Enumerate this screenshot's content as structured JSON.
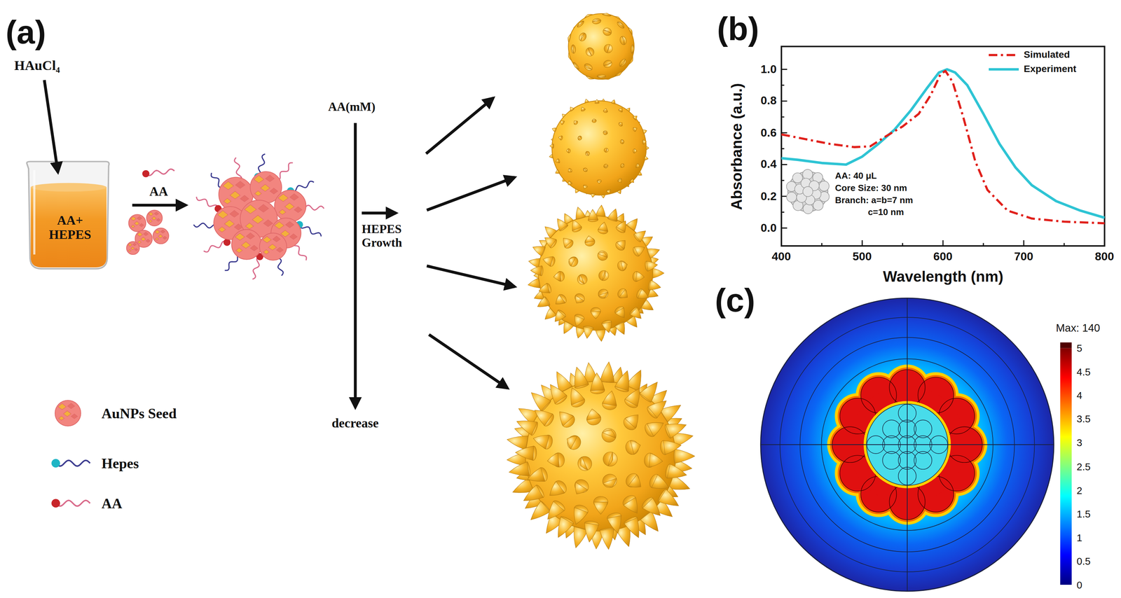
{
  "diagram": {
    "nodes": [
      {
        "text": [
          "AA+ HEPES"
        ]
      }
    ],
    "labels": [
      "(a)",
      "HAuCl₄",
      "AA",
      "AA(mM)",
      "HEPES Growth",
      "decrease",
      "(b)",
      "Absorbance (a.u.)",
      "Wavelength (nm)",
      "0.0",
      "0.2",
      "0.4",
      "0.6",
      "0.8",
      "1.0",
      "400",
      "500",
      "600",
      "700",
      "800",
      "AA: 40 μL",
      "Core Size: 30 nm",
      "Branch: a=b=7 nm",
      "c=10 nm",
      "(c)",
      "Max: 140",
      "5",
      "4.5",
      "4",
      "3.5",
      "3",
      "2.5",
      "2",
      "1.5",
      "1",
      "0.5",
      "0"
    ],
    "legend": [
      {
        "text": "AuNPs Seed"
      },
      {
        "text": "Hepes"
      },
      {
        "text": "AA"
      },
      {
        "text": "Simulated"
      },
      {
        "text": "Experiment"
      }
    ]
  }
}
